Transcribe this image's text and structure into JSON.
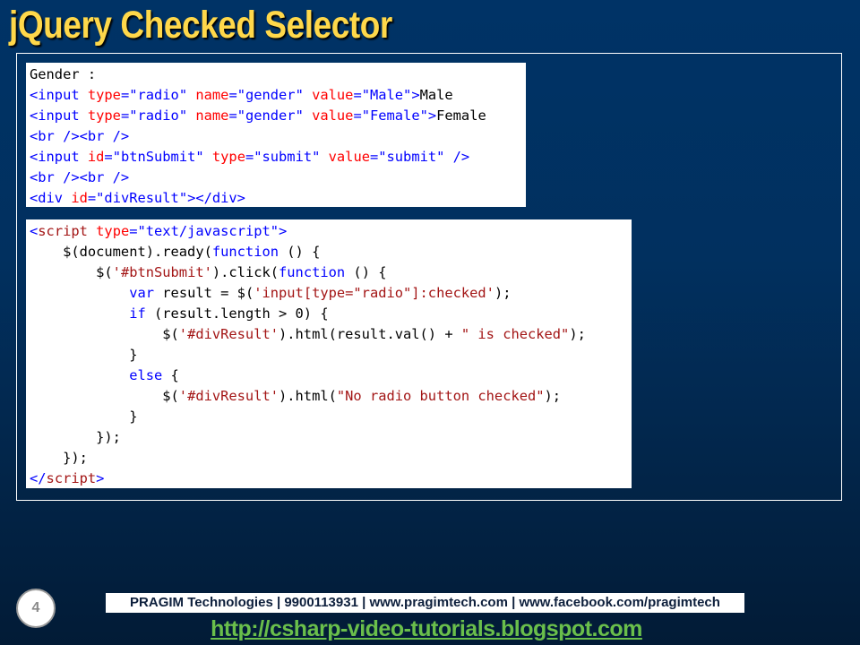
{
  "slide": {
    "title": "jQuery Checked Selector",
    "page_number": "4",
    "colors": {
      "background_top": "#003366",
      "background_bottom": "#021b36",
      "title": "#ffd84a",
      "link": "#6abf4b",
      "html_tag": "#0000ff",
      "html_attr": "#ff0000",
      "js_string": "#a31515",
      "js_keyword": "#0000ff"
    }
  },
  "html_snippet": {
    "lines": [
      [
        {
          "t": "txt",
          "v": "Gender :"
        }
      ],
      [
        {
          "t": "tag",
          "v": "<input "
        },
        {
          "t": "attr",
          "v": "type"
        },
        {
          "t": "tag",
          "v": "=\"radio\" "
        },
        {
          "t": "attr",
          "v": "name"
        },
        {
          "t": "tag",
          "v": "=\"gender\" "
        },
        {
          "t": "attr",
          "v": "value"
        },
        {
          "t": "tag",
          "v": "=\"Male\">"
        },
        {
          "t": "txt",
          "v": "Male"
        }
      ],
      [
        {
          "t": "tag",
          "v": "<input "
        },
        {
          "t": "attr",
          "v": "type"
        },
        {
          "t": "tag",
          "v": "=\"radio\" "
        },
        {
          "t": "attr",
          "v": "name"
        },
        {
          "t": "tag",
          "v": "=\"gender\" "
        },
        {
          "t": "attr",
          "v": "value"
        },
        {
          "t": "tag",
          "v": "=\"Female\">"
        },
        {
          "t": "txt",
          "v": "Female"
        }
      ],
      [
        {
          "t": "tag",
          "v": "<br /><br />"
        }
      ],
      [
        {
          "t": "tag",
          "v": "<input "
        },
        {
          "t": "attr",
          "v": "id"
        },
        {
          "t": "tag",
          "v": "=\"btnSubmit\" "
        },
        {
          "t": "attr",
          "v": "type"
        },
        {
          "t": "tag",
          "v": "=\"submit\" "
        },
        {
          "t": "attr",
          "v": "value"
        },
        {
          "t": "tag",
          "v": "=\"submit\" />"
        }
      ],
      [
        {
          "t": "tag",
          "v": "<br /><br />"
        }
      ],
      [
        {
          "t": "tag",
          "v": "<div "
        },
        {
          "t": "attr",
          "v": "id"
        },
        {
          "t": "tag",
          "v": "=\"divResult\"></div>"
        }
      ]
    ]
  },
  "js_snippet": {
    "lines": [
      [
        {
          "t": "tag",
          "v": "<"
        },
        {
          "t": "stag",
          "v": "script "
        },
        {
          "t": "attr",
          "v": "type"
        },
        {
          "t": "tag",
          "v": "=\"text/javascript\">"
        }
      ],
      [
        {
          "t": "txt",
          "v": "    $(document).ready("
        },
        {
          "t": "kw",
          "v": "function"
        },
        {
          "t": "txt",
          "v": " () {"
        }
      ],
      [
        {
          "t": "txt",
          "v": "        $("
        },
        {
          "t": "str",
          "v": "'#btnSubmit'"
        },
        {
          "t": "txt",
          "v": ").click("
        },
        {
          "t": "kw",
          "v": "function"
        },
        {
          "t": "txt",
          "v": " () {"
        }
      ],
      [
        {
          "t": "txt",
          "v": "            "
        },
        {
          "t": "kw",
          "v": "var"
        },
        {
          "t": "txt",
          "v": " result = $("
        },
        {
          "t": "str",
          "v": "'input[type=\"radio\"]:checked'"
        },
        {
          "t": "txt",
          "v": ");"
        }
      ],
      [
        {
          "t": "txt",
          "v": "            "
        },
        {
          "t": "kw",
          "v": "if"
        },
        {
          "t": "txt",
          "v": " (result.length > 0) {"
        }
      ],
      [
        {
          "t": "txt",
          "v": "                $("
        },
        {
          "t": "str",
          "v": "'#divResult'"
        },
        {
          "t": "txt",
          "v": ").html(result.val() + "
        },
        {
          "t": "str",
          "v": "\" is checked\""
        },
        {
          "t": "txt",
          "v": ");"
        }
      ],
      [
        {
          "t": "txt",
          "v": "            }"
        }
      ],
      [
        {
          "t": "txt",
          "v": "            "
        },
        {
          "t": "kw",
          "v": "else"
        },
        {
          "t": "txt",
          "v": " {"
        }
      ],
      [
        {
          "t": "txt",
          "v": "                $("
        },
        {
          "t": "str",
          "v": "'#divResult'"
        },
        {
          "t": "txt",
          "v": ").html("
        },
        {
          "t": "str",
          "v": "\"No radio button checked\""
        },
        {
          "t": "txt",
          "v": ");"
        }
      ],
      [
        {
          "t": "txt",
          "v": "            }"
        }
      ],
      [
        {
          "t": "txt",
          "v": "        });"
        }
      ],
      [
        {
          "t": "txt",
          "v": "    });"
        }
      ],
      [
        {
          "t": "tag",
          "v": "</"
        },
        {
          "t": "stag",
          "v": "script"
        },
        {
          "t": "tag",
          "v": ">"
        }
      ]
    ]
  },
  "footer": {
    "contact_bar": "PRAGIM Technologies | 9900113931 | www.pragimtech.com | www.facebook.com/pragimtech",
    "blog_url": "http://csharp-video-tutorials.blogspot.com"
  }
}
